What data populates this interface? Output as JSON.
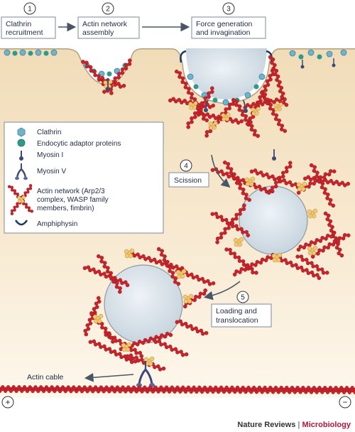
{
  "steps": [
    {
      "number": "1",
      "label_line1": "Clathrin",
      "label_line2": "recruitment"
    },
    {
      "number": "2",
      "label_line1": "Actin network",
      "label_line2": "assembly"
    },
    {
      "number": "3",
      "label_line1": "Force generation",
      "label_line2": "and invagination"
    },
    {
      "number": "4",
      "label_line1": "Scission",
      "label_line2": ""
    },
    {
      "number": "5",
      "label_line1": "Loading and",
      "label_line2": "translocation"
    }
  ],
  "legend": {
    "items": [
      {
        "icon": "clathrin-icon",
        "text": "Clathrin"
      },
      {
        "icon": "adaptor-protein-icon",
        "text": "Endocytic adaptor proteins"
      },
      {
        "icon": "myosin-i-icon",
        "text": "Myosin I"
      },
      {
        "icon": "myosin-v-icon",
        "text": "Myosin V"
      },
      {
        "icon": "actin-network-icon",
        "text_line1": "Actin network (Arp2/3",
        "text_line2": "complex, WASP family",
        "text_line3": "members, fimbrin)"
      },
      {
        "icon": "amphiphysin-icon",
        "text": "Amphiphysin"
      }
    ]
  },
  "actin_cable_label": "Actin cable",
  "plus_end": "+",
  "minus_end": "−",
  "credit": {
    "journal": "Nature Reviews",
    "separator": " | ",
    "field": "Microbiology"
  },
  "colors": {
    "clathrin": "#6fb3cc",
    "adaptor": "#2e9a8a",
    "myosin": "#3b4a7a",
    "actin": "#c8242b",
    "arp": "#f2c870",
    "membrane": "#b8a484",
    "vesicle": "#d2dde6",
    "credit_accent": "#b8123a"
  }
}
